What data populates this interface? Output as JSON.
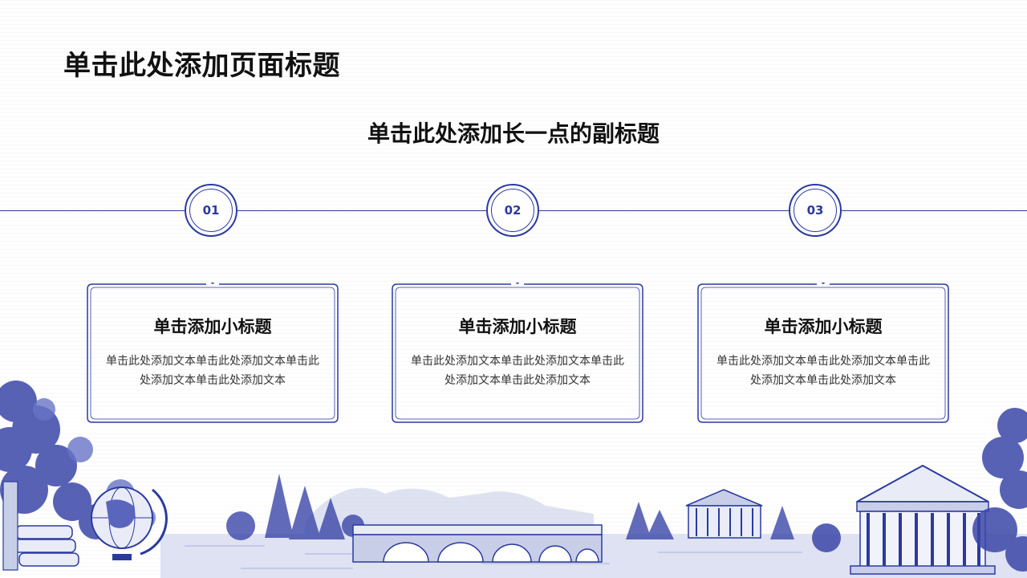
{
  "slide": {
    "title": "单击此处添加页面标题",
    "subtitle": "单击此处添加长一点的副标题"
  },
  "steps": [
    {
      "number": "01",
      "card_title": "单击添加小标题",
      "card_text": "单击此处添加文本单击此处添加文本单击此处添加文本单击此处添加文本"
    },
    {
      "number": "02",
      "card_title": "单击添加小标题",
      "card_text": "单击此处添加文本单击此处添加文本单击此处添加文本单击此处添加文本"
    },
    {
      "number": "03",
      "card_title": "单击添加小标题",
      "card_text": "单击此处添加文本单击此处添加文本单击此处添加文本单击此处添加文本"
    }
  ],
  "colors": {
    "accent": "#2a3aa0",
    "text": "#111111",
    "background": "#ffffff"
  },
  "icons": {
    "frame_ornament": "flourish-ornament-icon",
    "scenery": "blue-ink-landscape-illustration"
  }
}
